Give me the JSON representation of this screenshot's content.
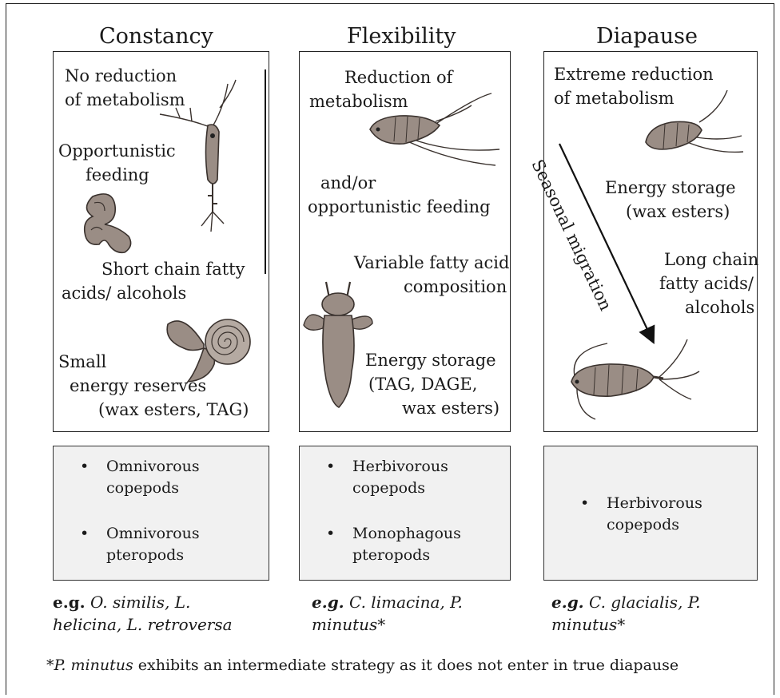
{
  "columns": [
    {
      "title": "Constancy",
      "traits": [
        "No reduction",
        "of metabolism",
        "Opportunistic",
        "feeding",
        "Short chain fatty",
        "acids/ alcohols",
        "Small",
        "energy reserves",
        "(wax esters, TAG)"
      ],
      "groups": [
        "Omnivorous",
        "copepods",
        "Omnivorous",
        "pteropods"
      ],
      "example_prefix": "e.g.",
      "example_lines": [
        "O. similis, L.",
        "helicina, L. retroversa"
      ]
    },
    {
      "title": "Flexibility",
      "traits": [
        "Reduction of",
        "metabolism",
        "and/or",
        "opportunistic feeding",
        "Variable fatty acid",
        "composition",
        "Energy storage",
        "(TAG, DAGE,",
        "wax esters)"
      ],
      "groups": [
        "Herbivorous",
        "copepods",
        "Monophagous",
        "pteropods"
      ],
      "example_prefix": "e.g.",
      "example_lines": [
        "C. limacina, P.",
        "minutus*"
      ]
    },
    {
      "title": "Diapause",
      "traits": [
        "Extreme reduction",
        "of metabolism",
        "Energy storage",
        "(wax esters)",
        "Long chain",
        "fatty acids/",
        "alcohols"
      ],
      "migration_label": "Seasonal migration",
      "groups": [
        "Herbivorous",
        "copepods"
      ],
      "example_prefix": "e.g.",
      "example_lines": [
        "C. glacialis, P.",
        "minutus*"
      ]
    }
  ],
  "footnote": {
    "species": "*P. minutus",
    "text": " exhibits an intermediate strategy as it does not enter in true diapause"
  },
  "colors": {
    "organism_fill": "#9a8d85",
    "organism_stroke": "#3a322e",
    "group_box": "#f1f1f1"
  }
}
